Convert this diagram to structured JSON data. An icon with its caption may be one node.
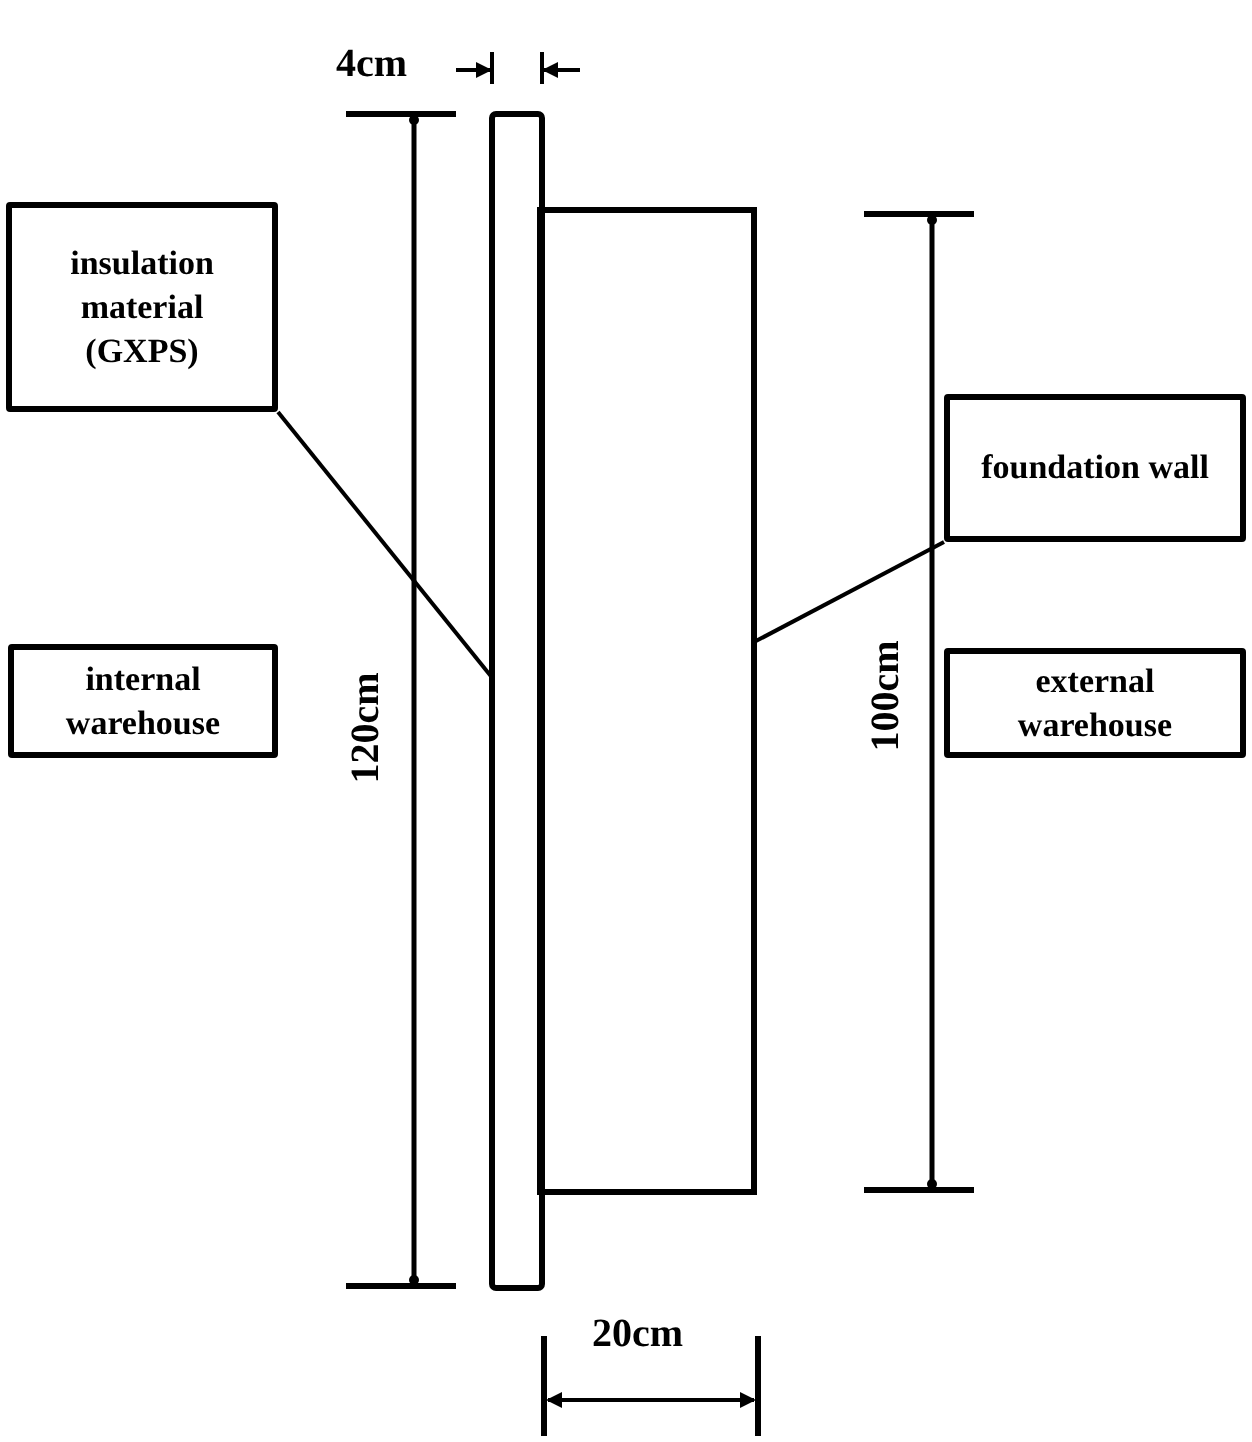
{
  "diagram": {
    "nodes": [
      {
        "text": [
          "insulation material (GXPS)"
        ]
      },
      {
        "text": [],
        "shape": "bar"
      },
      {
        "text": [
          "foundation wall"
        ]
      },
      {
        "text": [],
        "shape": "box"
      },
      {
        "text": [
          "internal warehouse"
        ]
      },
      {
        "text": [
          "external warehouse"
        ]
      }
    ],
    "edges": [
      {
        "from": 0,
        "to": 1,
        "arrow": "none"
      },
      {
        "from": 2,
        "to": 3,
        "arrow": "none"
      }
    ],
    "labels": [
      "4cm",
      "120cm",
      "100cm",
      "20cm"
    ]
  }
}
